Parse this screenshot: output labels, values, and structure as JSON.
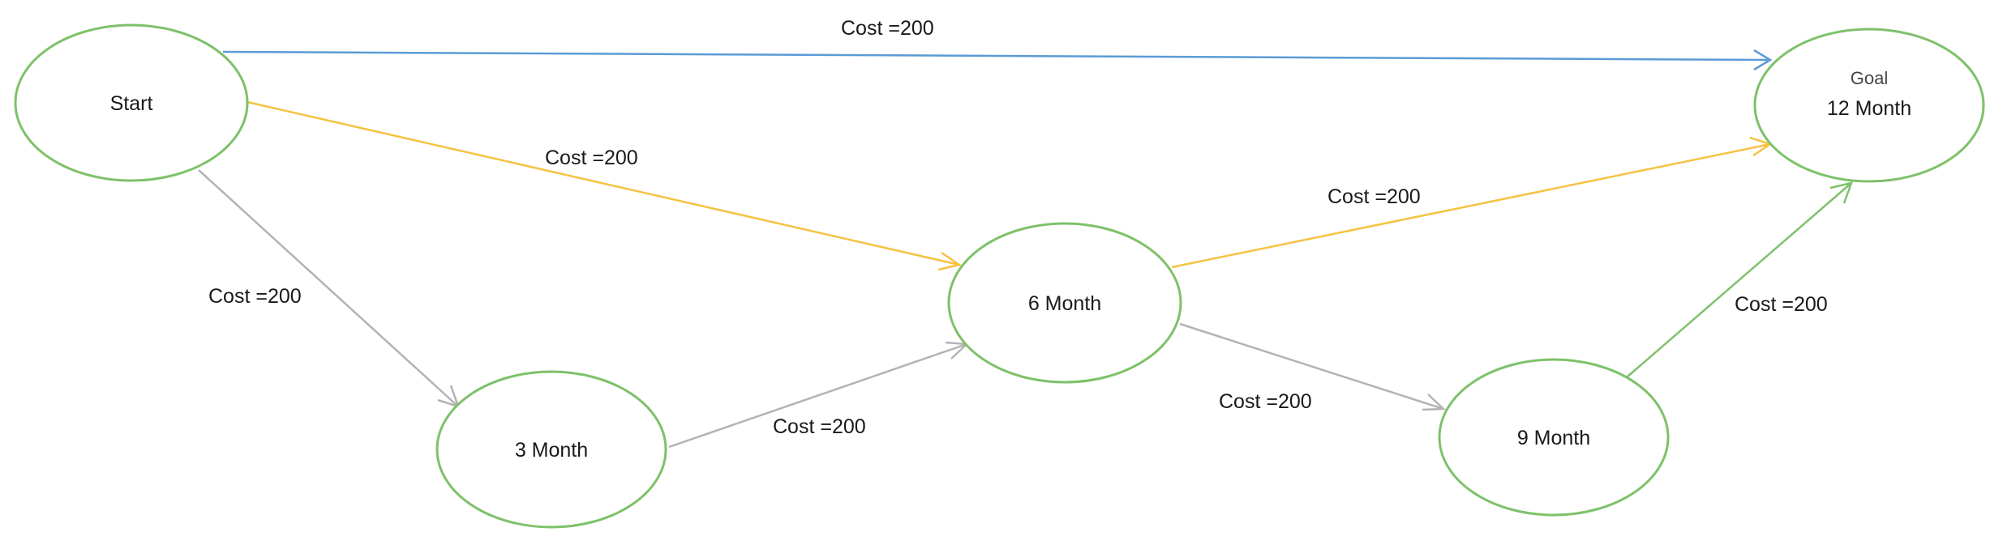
{
  "colors": {
    "node_stroke": "#7ec16a",
    "edge_blue": "#5b9bd5",
    "edge_yellow": "#f5c242",
    "edge_gray": "#b3b3b3",
    "edge_green": "#7ec16a"
  },
  "nodes": {
    "start": {
      "label": "Start"
    },
    "goal": {
      "label_top": "Goal",
      "label_bottom": "12 Month"
    },
    "m3": {
      "label": "3 Month"
    },
    "m6": {
      "label": "6 Month"
    },
    "m9": {
      "label": "9 Month"
    }
  },
  "edges": {
    "start_goal": {
      "label": "Cost =200",
      "color": "blue"
    },
    "start_m6": {
      "label": "Cost =200",
      "color": "yellow"
    },
    "start_m3": {
      "label": "Cost =200",
      "color": "gray"
    },
    "m3_m6": {
      "label": "Cost =200",
      "color": "gray"
    },
    "m6_goal": {
      "label": "Cost =200",
      "color": "yellow"
    },
    "m6_m9": {
      "label": "Cost =200",
      "color": "gray"
    },
    "m9_goal": {
      "label": "Cost =200",
      "color": "green"
    }
  }
}
